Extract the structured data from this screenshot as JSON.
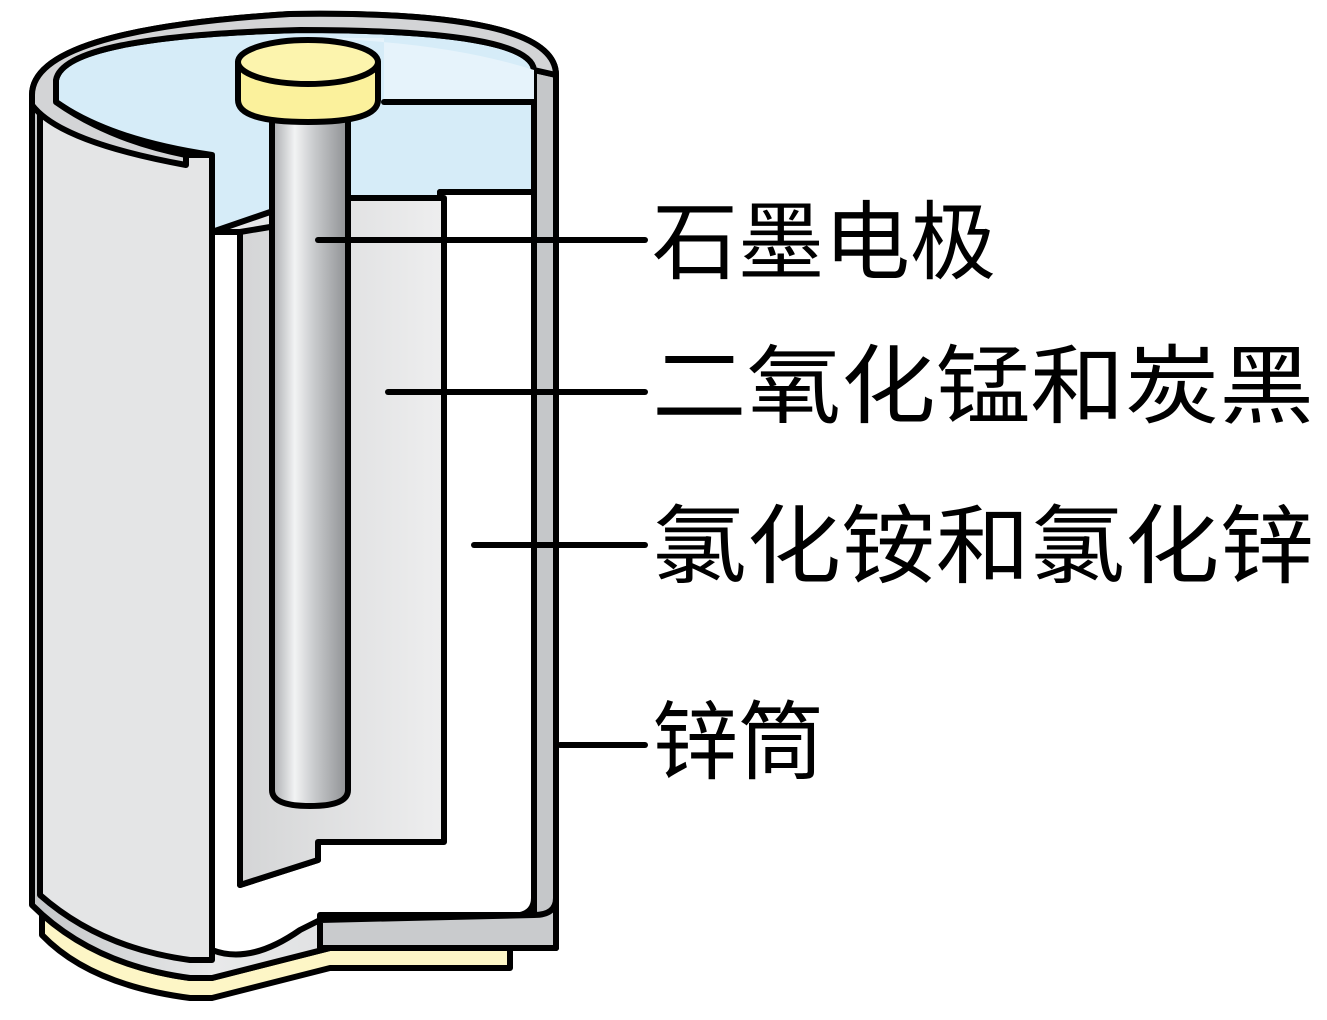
{
  "labels": {
    "graphite_electrode": "石墨电极",
    "mno2_carbon_black": "二氧化锰和炭黑",
    "nh4cl_zncl2": "氯化铵和氯化锌",
    "zinc_can": "锌筒"
  },
  "colors": {
    "outline": "#000000",
    "zinc_metal": "#d9dadb",
    "electrolyte_paste": "#ffffff",
    "cathode_mix": "#e4e5e5",
    "top_space": "#d6ecf8",
    "terminal_cap": "#fbf19c",
    "bottom_plate": "#fdf6c6"
  }
}
